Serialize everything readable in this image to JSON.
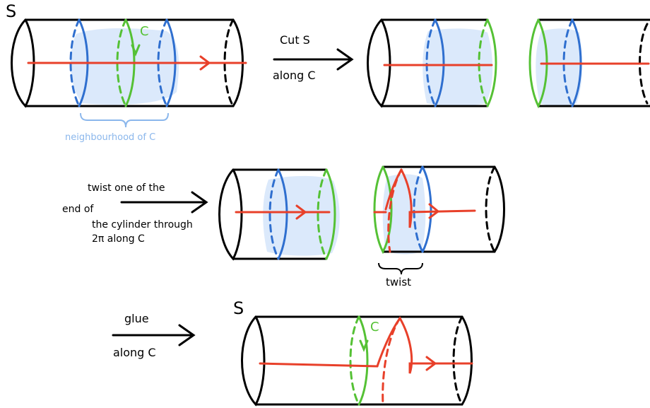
{
  "labels": {
    "surface_top": "S",
    "curve_top": "C",
    "neighbourhood": "neighbourhood of C",
    "cut_line1": "Cut S",
    "cut_line2": "along C",
    "twist_line1": "twist one of the",
    "twist_line2": "end of",
    "twist_line3": "the cylinder through",
    "twist_line4": "2π  along C",
    "twist_brace": "twist",
    "glue_line1": "glue",
    "glue_line2": "along C",
    "surface_bottom": "S",
    "curve_bottom": "C"
  },
  "colors": {
    "outline": "#000000",
    "neighbourhood_curves": "#2f6fcf",
    "curve_c": "#55c135",
    "arc": "#e8402a",
    "neighbourhood_fill": "#dbe9fb",
    "neighbourhood_label": "#8bb7ec"
  }
}
